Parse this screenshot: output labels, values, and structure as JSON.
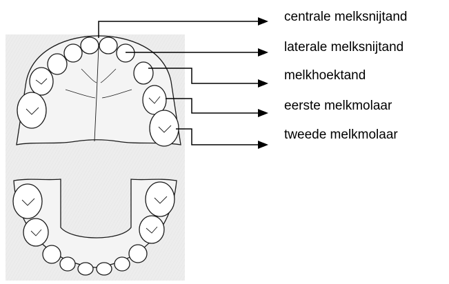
{
  "diagram": {
    "labels": [
      "centrale melksnijtand",
      "laterale melksnijtand",
      "melkhoektand",
      "eerste melkmolaar",
      "tweede melkmolaar"
    ],
    "line_color": "#000000",
    "background_color": "#ffffff"
  }
}
